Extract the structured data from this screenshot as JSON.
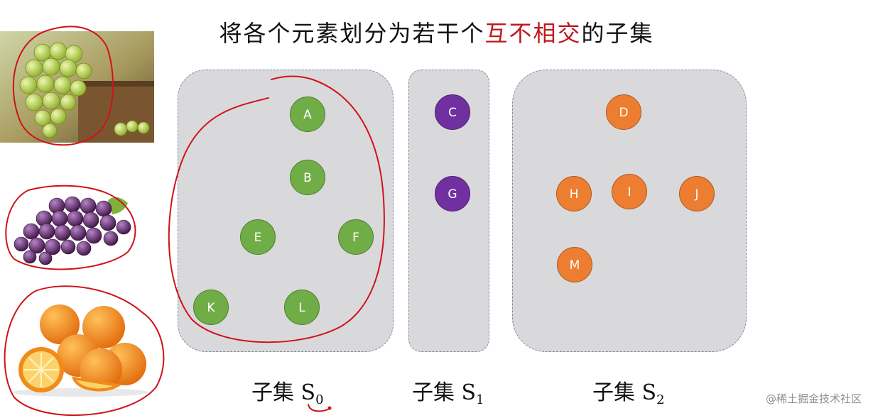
{
  "title": {
    "before": "将各个元素划分为若干个",
    "highlight": "互不相交",
    "after": "的子集"
  },
  "subsets": {
    "s0": {
      "caption": "子集 S",
      "sub": "0",
      "nodes": {
        "A": "A",
        "B": "B",
        "E": "E",
        "F": "F",
        "K": "K",
        "L": "L"
      }
    },
    "s1": {
      "caption": "子集 S",
      "sub": "1",
      "nodes": {
        "C": "C",
        "G": "G"
      }
    },
    "s2": {
      "caption": "子集 S",
      "sub": "2",
      "nodes": {
        "D": "D",
        "H": "H",
        "I": "I",
        "J": "J",
        "M": "M"
      }
    }
  },
  "colors": {
    "subset0_nodes": "#70ad47",
    "subset1_nodes": "#7030a0",
    "subset2_nodes": "#ed7d31",
    "title_highlight": "#c0181f",
    "annotation_pen": "#d0121a",
    "subset_fill": "#d9d9db"
  },
  "images": [
    "green-grapes-image",
    "purple-grapes-image",
    "oranges-image"
  ],
  "watermark": "@稀土掘金技术社区"
}
